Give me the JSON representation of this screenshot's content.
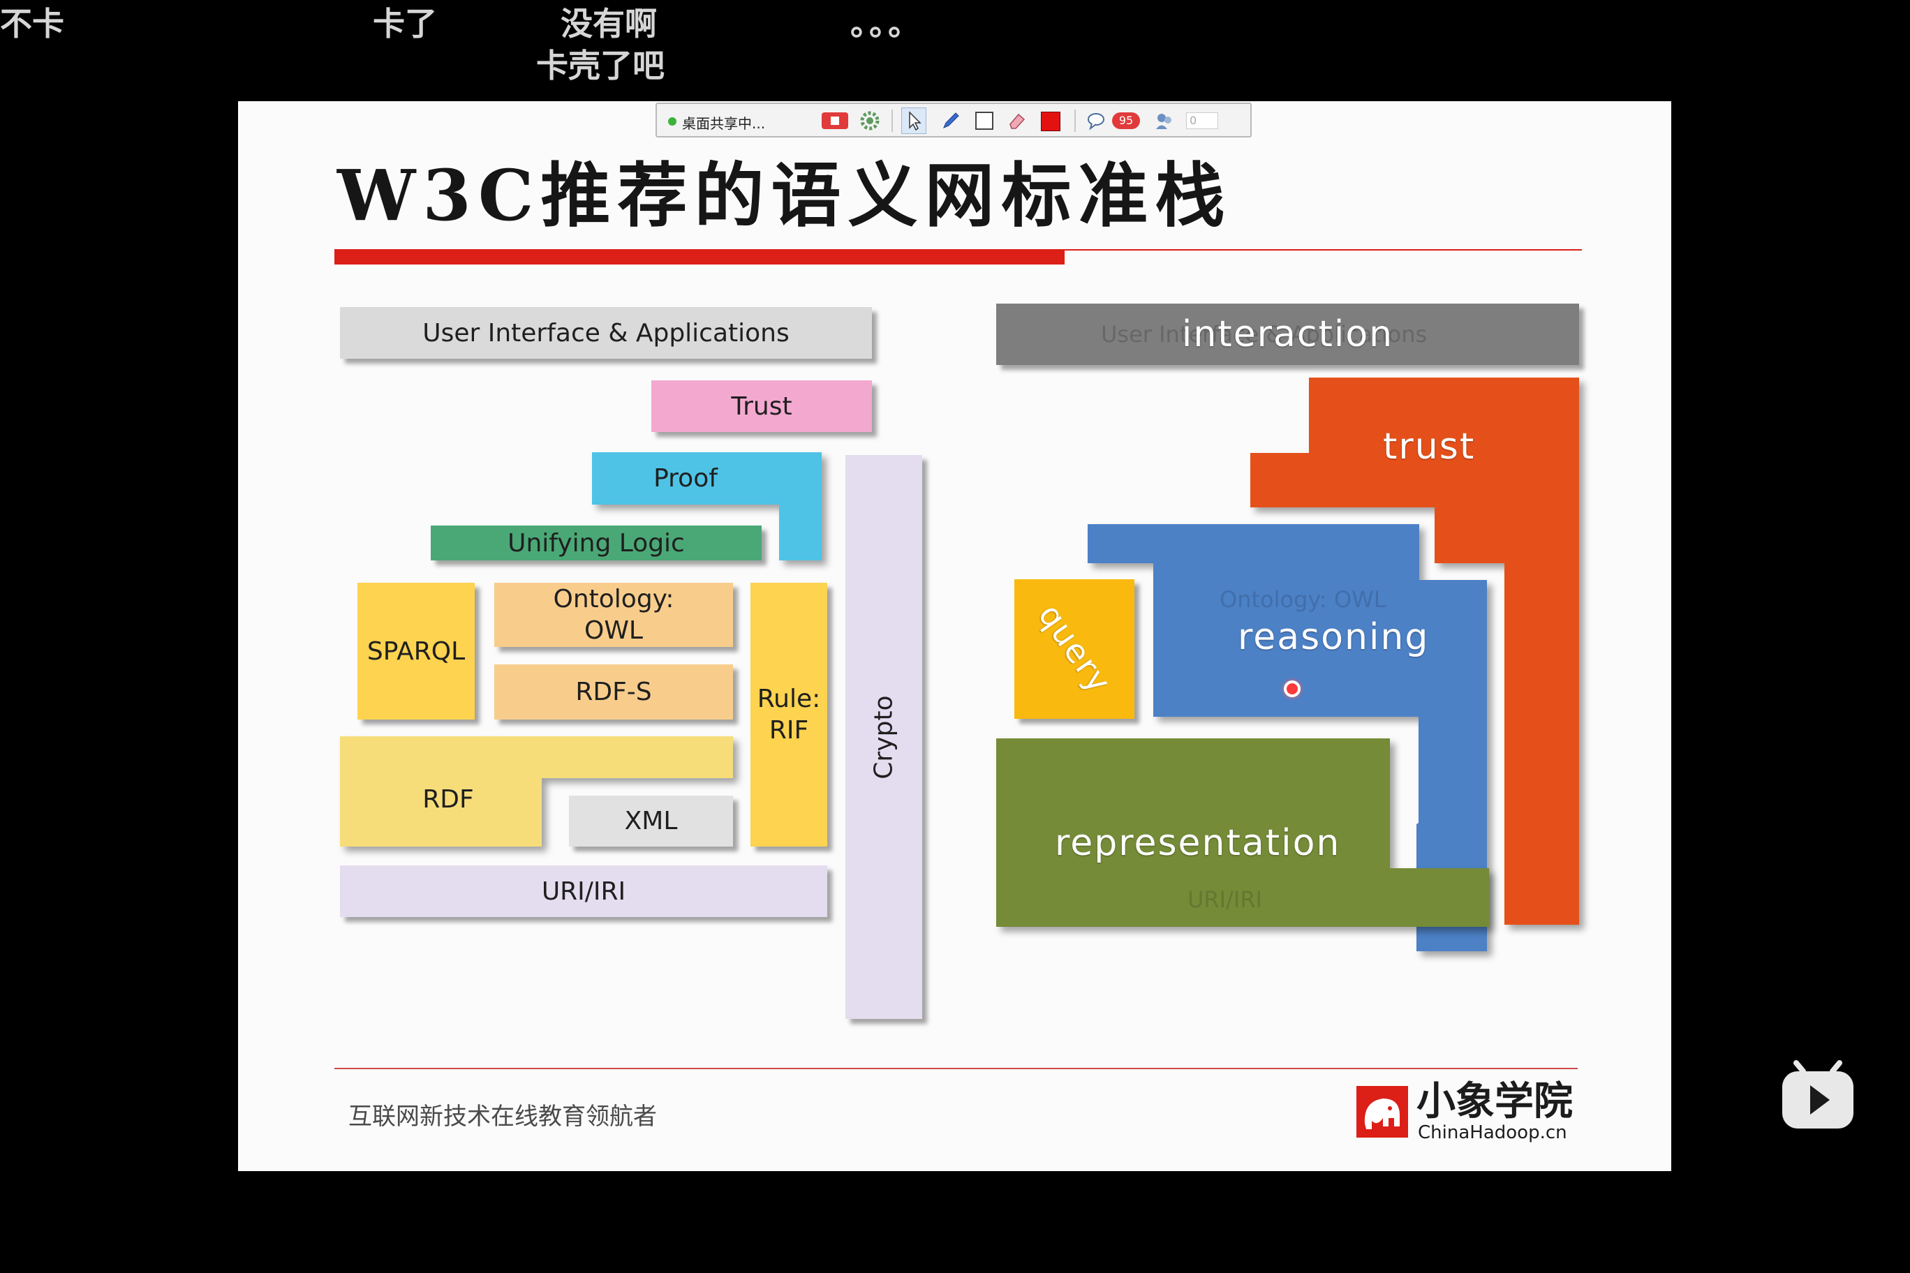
{
  "danmaku": [
    {
      "text": "不卡"
    },
    {
      "text": "卡了"
    },
    {
      "text": "没有啊"
    },
    {
      "text": "卡壳了吧"
    },
    {
      "text": "。。。"
    }
  ],
  "share_toolbar": {
    "status_label": "桌面共享中...",
    "badge_count": "95",
    "last_value": "0"
  },
  "slide": {
    "title": "W3C推荐的语义网标准栈",
    "left_stack": {
      "user_interface": "User Interface & Applications",
      "trust": "Trust",
      "proof": "Proof",
      "unifying_logic": "Unifying Logic",
      "sparql": "SPARQL",
      "ontology": "Ontology: OWL",
      "rdfs": "RDF-S",
      "rule": "Rule: RIF",
      "crypto": "Crypto",
      "rdf": "RDF",
      "xml": "XML",
      "uri": "URI/IRI"
    },
    "right_stack": {
      "interaction": "interaction",
      "trust": "trust",
      "query": "query",
      "reasoning": "reasoning",
      "representation": "representation"
    },
    "footer_text": "互联网新技术在线教育领航者",
    "brand_name": "小象学院",
    "brand_url": "ChinaHadoop.cn"
  },
  "colors": {
    "title_red": "#dc1f17",
    "gray_block": "#dadada",
    "pink_block": "#f3a9cf",
    "blue_block": "#4ec3e6",
    "green_block": "#4aa876",
    "yellow_block": "#fdd350",
    "orange_block": "#f8cd8c",
    "rdf_yellow": "#f6dd7a",
    "xml_gray": "#e1e1e1",
    "lavender_block": "#e4dcef",
    "interaction_gray": "#7e7e7e",
    "trust_orange": "#e5501a",
    "reasoning_blue": "#4c81c6",
    "query_yellow": "#f9b90e",
    "representation_green": "#758b38"
  }
}
